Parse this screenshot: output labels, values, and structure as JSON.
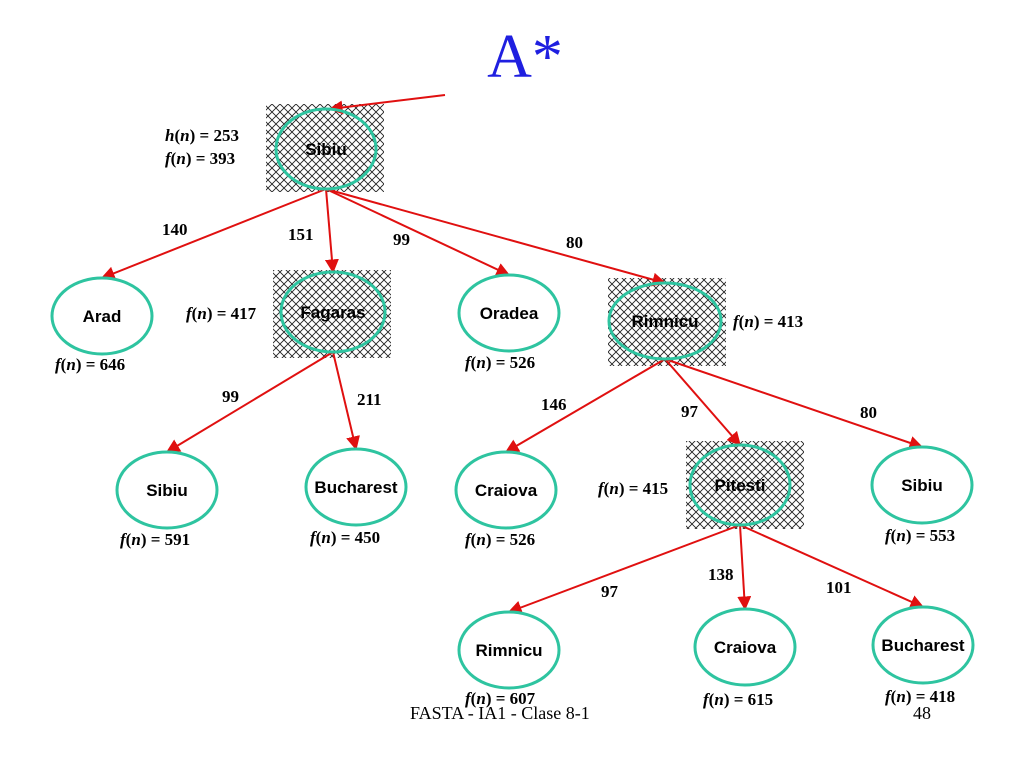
{
  "slide": {
    "title": "A*",
    "footer_left": "FASTA - IA1 - Clase 8-1",
    "footer_right": "48"
  },
  "colors": {
    "title": "#1f1fe0",
    "node_outline": "#2ec4a0",
    "edge": "#e01010"
  },
  "nodes": {
    "sibiu_root": {
      "label": "Sibiu",
      "h": "253",
      "f": "393",
      "expanded": true
    },
    "arad": {
      "label": "Arad",
      "f": "646",
      "expanded": false
    },
    "fagaras": {
      "label": "Fagaras",
      "f": "417",
      "expanded": true
    },
    "oradea": {
      "label": "Oradea",
      "f": "526",
      "expanded": false
    },
    "rimnicu": {
      "label": "Rimnicu",
      "f": "413",
      "expanded": true
    },
    "sibiu_f": {
      "label": "Sibiu",
      "f": "591",
      "expanded": false
    },
    "bucharest_f": {
      "label": "Bucharest",
      "f": "450",
      "expanded": false
    },
    "craiova_r": {
      "label": "Craiova",
      "f": "526",
      "expanded": false
    },
    "pitesti": {
      "label": "Pitesti",
      "f": "415",
      "expanded": true
    },
    "sibiu_r": {
      "label": "Sibiu",
      "f": "553",
      "expanded": false
    },
    "rimnicu_p": {
      "label": "Rimnicu",
      "f": "607",
      "expanded": false
    },
    "craiova_p": {
      "label": "Craiova",
      "f": "615",
      "expanded": false
    },
    "bucharest_p": {
      "label": "Bucharest",
      "f": "418",
      "expanded": false
    }
  },
  "edges": [
    {
      "from": "sibiu_root",
      "to": "arad",
      "cost": "140"
    },
    {
      "from": "sibiu_root",
      "to": "fagaras",
      "cost": "151"
    },
    {
      "from": "sibiu_root",
      "to": "oradea",
      "cost": "99"
    },
    {
      "from": "sibiu_root",
      "to": "rimnicu",
      "cost": "80"
    },
    {
      "from": "fagaras",
      "to": "sibiu_f",
      "cost": "99"
    },
    {
      "from": "fagaras",
      "to": "bucharest_f",
      "cost": "211"
    },
    {
      "from": "rimnicu",
      "to": "craiova_r",
      "cost": "146"
    },
    {
      "from": "rimnicu",
      "to": "pitesti",
      "cost": "97"
    },
    {
      "from": "rimnicu",
      "to": "sibiu_r",
      "cost": "80"
    },
    {
      "from": "pitesti",
      "to": "rimnicu_p",
      "cost": "97"
    },
    {
      "from": "pitesti",
      "to": "craiova_p",
      "cost": "138"
    },
    {
      "from": "pitesti",
      "to": "bucharest_p",
      "cost": "101"
    }
  ]
}
